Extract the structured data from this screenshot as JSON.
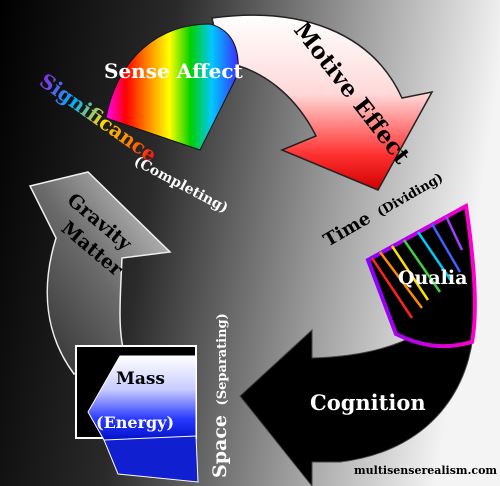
{
  "labels": {
    "sense_affect": "Sense Affect",
    "significance": "Significance",
    "completing": "(Completing)",
    "motive_effect": "Motive Effect",
    "time": "Time",
    "dividing": "(Dividing)",
    "qualia": "Qualia",
    "gravity": "Gravity",
    "matter": "Matter",
    "mass": "Mass",
    "energy": "(Energy)",
    "space": "Space",
    "separating": "(Separating)",
    "cognition": "Cognition",
    "site": "multisenserealism.com"
  },
  "colors": {
    "background_dark": "#000000",
    "background_light": "#f2f2f2",
    "motive_red": "#e01010",
    "mass_blue": "#1a2ad8",
    "cognition_black": "#000000"
  },
  "icons": {
    "sense_affect": "spectrum-fan-icon",
    "qualia": "prism-rays-icon",
    "mass": "cube-icon"
  }
}
